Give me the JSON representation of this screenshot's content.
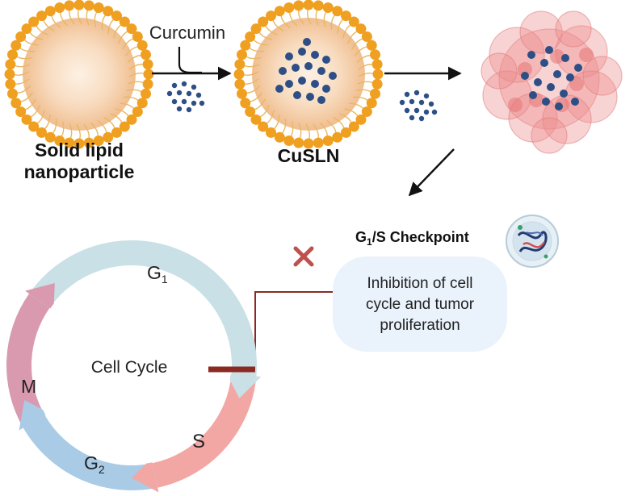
{
  "labels": {
    "curcumin": "Curcumin",
    "sln_line1": "Solid lipid",
    "sln_line2": "nanoparticle",
    "cusln": "CuSLN",
    "checkpoint_main": "G",
    "checkpoint_sub": "1",
    "checkpoint_rest": "/S Checkpoint",
    "inhibition_line1": "Inhibition of cell",
    "inhibition_line2": "cycle and tumor",
    "inhibition_line3": "proliferation",
    "cell_cycle": "Cell Cycle",
    "phase_g1": "G",
    "phase_g1_sub": "1",
    "phase_s": "S",
    "phase_g2": "G",
    "phase_g2_sub": "2",
    "phase_m": "M"
  },
  "colors": {
    "lipid_head": "#f0a020",
    "lipid_tail": "#e8b860",
    "core_outer": "#f3c69a",
    "core_inner": "#fbe7d4",
    "drug_dot": "#2d4f86",
    "tumor": "#ec8c8c",
    "g1_phase": "#c9e0e6",
    "s_phase": "#f3a7a5",
    "g2_phase": "#a9cbe6",
    "m_phase": "#d99ab0",
    "inhibit_x": "#c0504d",
    "checkpoint_bar": "#8b2a22",
    "callout_bg": "#eaf2fb"
  },
  "icons": [
    "arrow-right-icon",
    "arrow-down-left-icon",
    "inhibit-x-icon",
    "cell-nucleus-icon"
  ]
}
